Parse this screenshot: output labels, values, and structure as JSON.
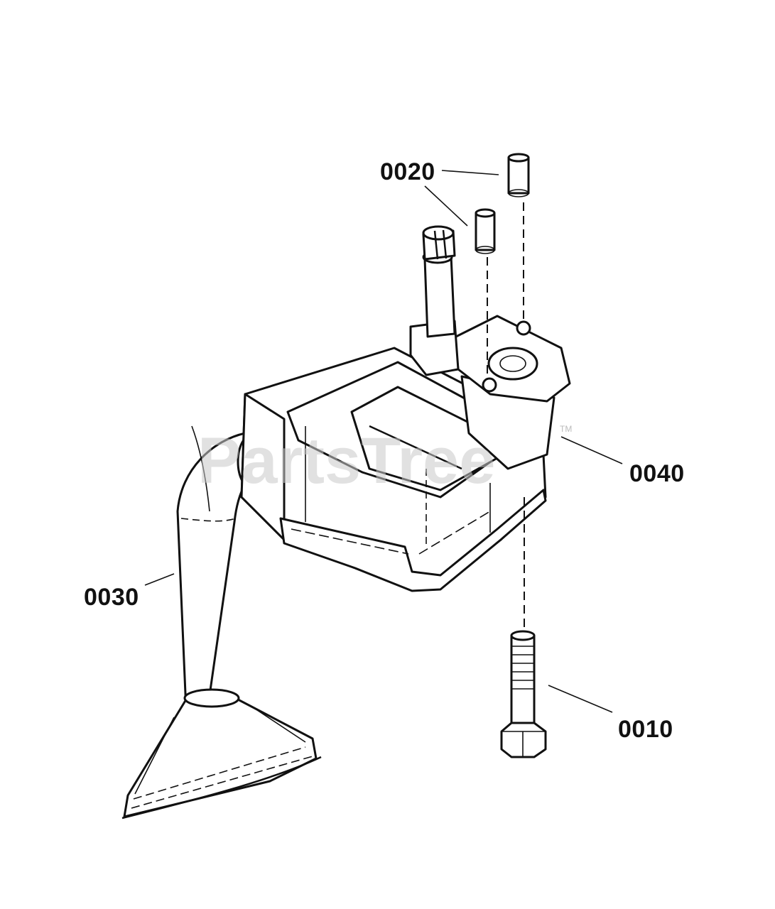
{
  "watermark": {
    "text": "PartsTree",
    "trademark": "TM"
  },
  "callouts": [
    {
      "id": "bolt",
      "label": "0010"
    },
    {
      "id": "pins",
      "label": "0020"
    },
    {
      "id": "pickup-tube",
      "label": "0030"
    },
    {
      "id": "pump-body",
      "label": "0040"
    }
  ]
}
